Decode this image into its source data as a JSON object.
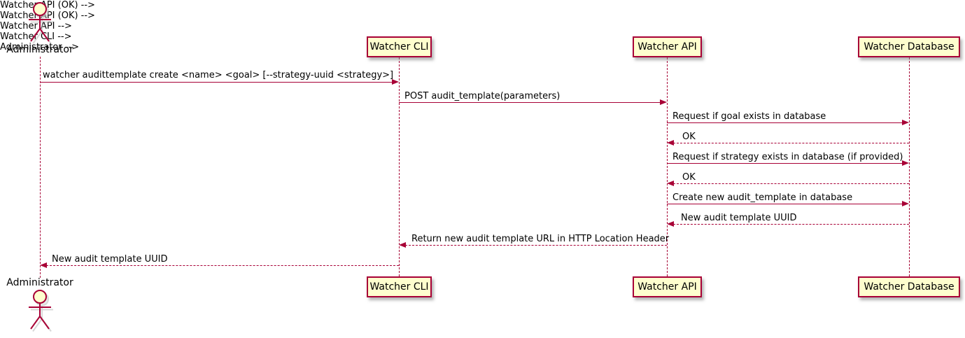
{
  "colors": {
    "participant_fill": "#FEFECE",
    "participant_border": "#A80036",
    "line_color": "#A80036",
    "text_color": "#000000"
  },
  "actor": {
    "label": "Administrator"
  },
  "participants": [
    {
      "label": "Watcher CLI"
    },
    {
      "label": "Watcher API"
    },
    {
      "label": "Watcher Database"
    }
  ],
  "messages": [
    {
      "from": "Administrator",
      "to": "Watcher CLI",
      "line": "solid",
      "text": "watcher audittemplate create <name> <goal> [--strategy-uuid <strategy>]"
    },
    {
      "from": "Watcher CLI",
      "to": "Watcher API",
      "line": "solid",
      "text": "POST audit_template(parameters)"
    },
    {
      "from": "Watcher API",
      "to": "Watcher Database",
      "line": "solid",
      "text": "Request if goal exists in database"
    },
    {
      "from": "Watcher Database",
      "to": "Watcher API",
      "line": "dashed",
      "text": "OK"
    },
    {
      "from": "Watcher API",
      "to": "Watcher Database",
      "line": "solid",
      "text": "Request if strategy exists in database (if provided)"
    },
    {
      "from": "Watcher Database",
      "to": "Watcher API",
      "line": "dashed",
      "text": "OK"
    },
    {
      "from": "Watcher API",
      "to": "Watcher Database",
      "line": "solid",
      "text": "Create new audit_template in database"
    },
    {
      "from": "Watcher Database",
      "to": "Watcher API",
      "line": "dashed",
      "text": "New audit template UUID"
    },
    {
      "from": "Watcher API",
      "to": "Watcher CLI",
      "line": "dashed",
      "text": "Return new audit template URL in HTTP Location Header"
    },
    {
      "from": "Watcher CLI",
      "to": "Administrator",
      "line": "dashed",
      "text": "New audit template UUID"
    }
  ]
}
